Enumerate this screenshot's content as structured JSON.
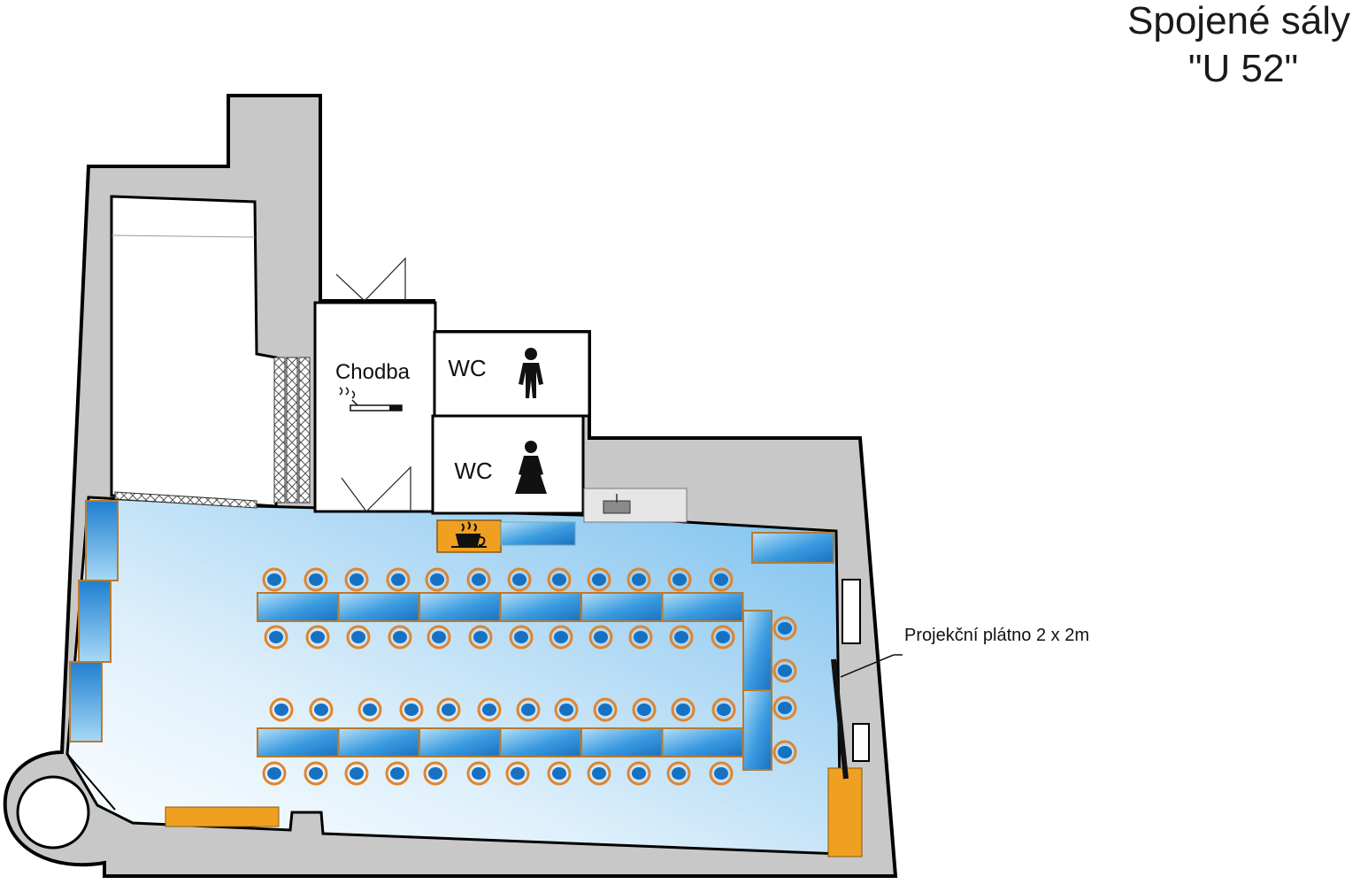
{
  "title": {
    "line1": "Spojené sály",
    "line2": "\"U 52\""
  },
  "rooms": {
    "corridor": "Chodba",
    "wc_men": "WC",
    "wc_women": "WC"
  },
  "screen_label": "Projekční plátno 2 x 2m",
  "icons": {
    "smoking": "smoking-icon",
    "coffee": "coffee-cup-icon",
    "man": "man-icon",
    "woman": "woman-icon"
  },
  "colors": {
    "wall": "#c8c8c8",
    "floor_light": "#ffffff",
    "floor_blue": "#8cc8f0",
    "table_blue": "#1e7fd0",
    "chair_ring": "#e0842c",
    "accent_orange": "#f0a020"
  }
}
